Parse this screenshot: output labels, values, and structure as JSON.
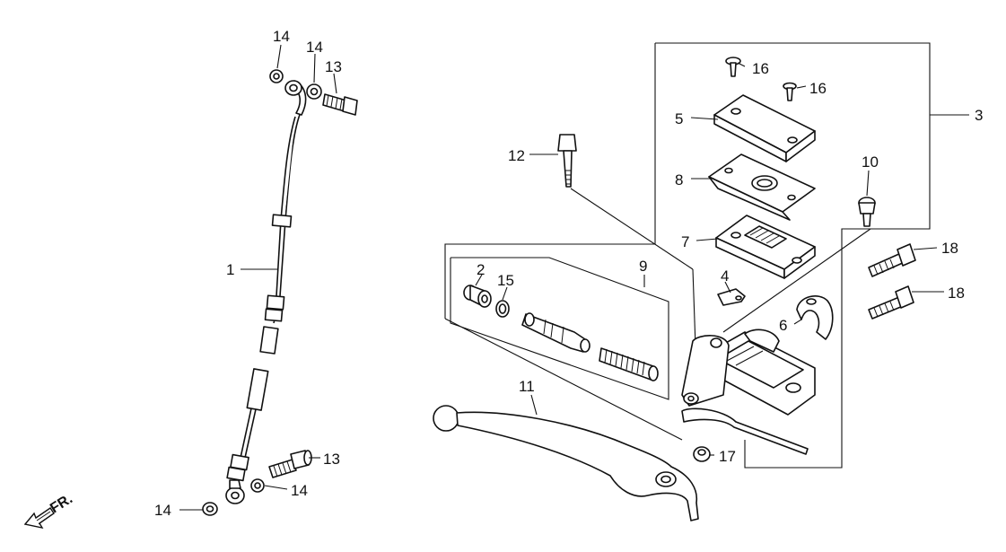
{
  "callouts": {
    "c1": "1",
    "c2": "2",
    "c3": "3",
    "c4": "4",
    "c5": "5",
    "c6": "6",
    "c7": "7",
    "c8": "8",
    "c9": "9",
    "c10": "10",
    "c11": "11",
    "c12": "12",
    "c13a": "13",
    "c13b": "13",
    "c14a": "14",
    "c14b": "14",
    "c14c": "14",
    "c14d": "14",
    "c15": "15",
    "c16a": "16",
    "c16b": "16",
    "c17": "17",
    "c18a": "18",
    "c18b": "18"
  },
  "direction_label": "FR."
}
